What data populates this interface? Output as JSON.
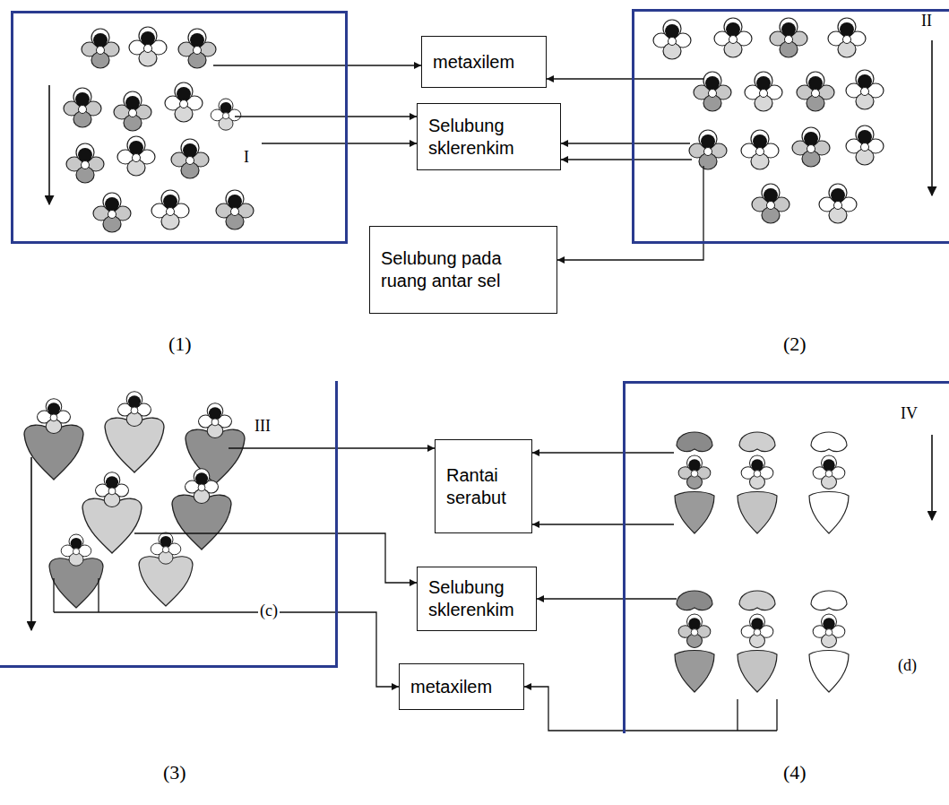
{
  "diagram": {
    "nodes": [
      {
        "text": [
          "I",
          "(1)"
        ]
      },
      {
        "text": [
          "metaxilem"
        ]
      },
      {
        "text": [
          "Selubung sklerenkim"
        ]
      },
      {
        "text": [
          "II",
          "(2)"
        ]
      },
      {
        "text": [
          "Selubung pada ruang antar sel"
        ]
      },
      {
        "text": [
          "III",
          "(c)",
          "(3)"
        ]
      },
      {
        "text": [
          "Rantai serabut"
        ]
      },
      {
        "text": [
          "Selubung sklerenkim"
        ]
      },
      {
        "text": [
          "metaxilem"
        ]
      },
      {
        "text": [
          "IV",
          "(d)",
          "(4)"
        ]
      }
    ],
    "edges": [
      {
        "from": 0,
        "to": 1,
        "arrow": "to"
      },
      {
        "from": 0,
        "to": 2,
        "arrow": "to"
      },
      {
        "from": 0,
        "to": 2,
        "arrow": "to"
      },
      {
        "from": 3,
        "to": 1,
        "arrow": "to"
      },
      {
        "from": 3,
        "to": 2,
        "arrow": "to"
      },
      {
        "from": 3,
        "to": 2,
        "arrow": "to"
      },
      {
        "from": 3,
        "to": 4,
        "arrow": "to"
      },
      {
        "from": 5,
        "to": 6,
        "arrow": "to"
      },
      {
        "from": 5,
        "to": 7,
        "arrow": "to"
      },
      {
        "from": 5,
        "to": 8,
        "arrow": "to"
      },
      {
        "from": 9,
        "to": 6,
        "arrow": "to"
      },
      {
        "from": 9,
        "to": 6,
        "arrow": "to"
      },
      {
        "from": 9,
        "to": 7,
        "arrow": "to"
      },
      {
        "from": 9,
        "to": 8,
        "arrow": "to"
      }
    ]
  }
}
